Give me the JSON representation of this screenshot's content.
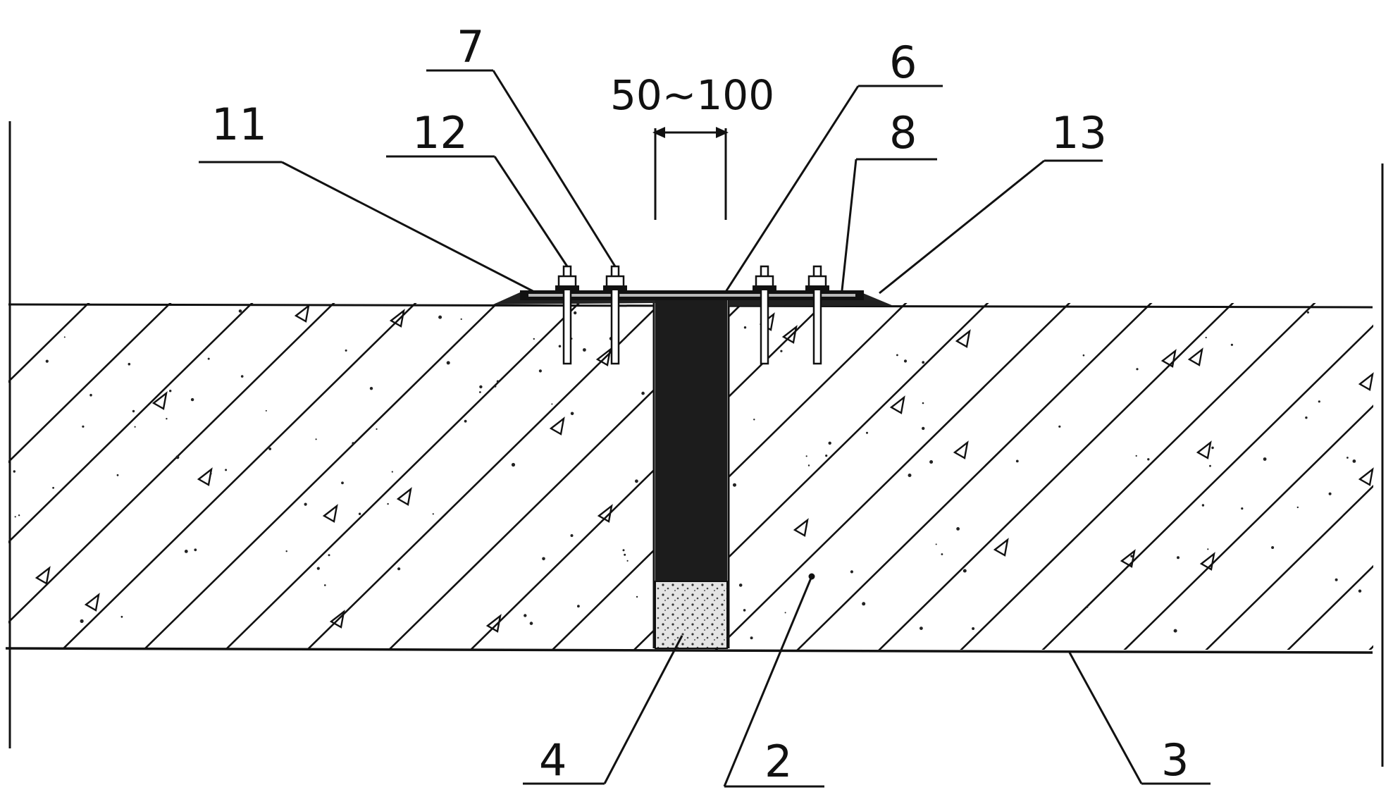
{
  "diagram": {
    "dimension_text": "50~100",
    "callouts": {
      "c11": "11",
      "c12": "12",
      "c7": "7",
      "c6": "6",
      "c8": "8",
      "c13": "13",
      "c4": "4",
      "c2": "2",
      "c3": "3"
    },
    "colors": {
      "ink": "#111111",
      "background": "#ffffff",
      "filler_dark": "#1c1c1c",
      "filler_light": "#dddddd"
    }
  }
}
